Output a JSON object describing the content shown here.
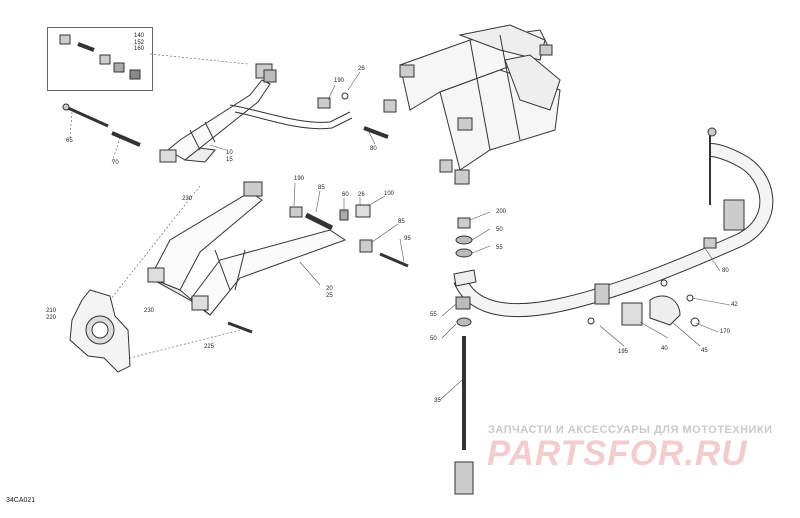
{
  "diagram": {
    "reference_code": "34CA021",
    "inset_labels": [
      "140",
      "152",
      "160"
    ],
    "callouts": {
      "c65": "65",
      "c70": "70",
      "c10_15": [
        "10",
        "15"
      ],
      "c190_top": "190",
      "c26_top": "26",
      "c80_top": "80",
      "c190_mid": "190",
      "c85_mid": "85",
      "c60_mid": "60",
      "c26_mid": "26",
      "c100": "100",
      "c85_right": "85",
      "c95": "95",
      "c20_25": [
        "20",
        "25"
      ],
      "c230_a": "230",
      "c230_b": "230",
      "c210_220": [
        "210",
        "220"
      ],
      "c225": "225",
      "c200": "200",
      "c50_top": "50",
      "c55_top": "55",
      "c80_bar": "80",
      "c42": "42",
      "c170": "170",
      "c45": "45",
      "c40": "40",
      "c195": "195",
      "c55_bot": "55",
      "c50_bot": "50",
      "c35": "35"
    }
  },
  "watermark": {
    "tagline": "ЗАПЧАСТИ И АКСЕССУАРЫ ДЛЯ МОТОТЕХНИКИ",
    "brand": "PARTSFOR.RU"
  },
  "colors": {
    "line": "#333333",
    "leader": "#555555",
    "watermark": "#e04040"
  }
}
